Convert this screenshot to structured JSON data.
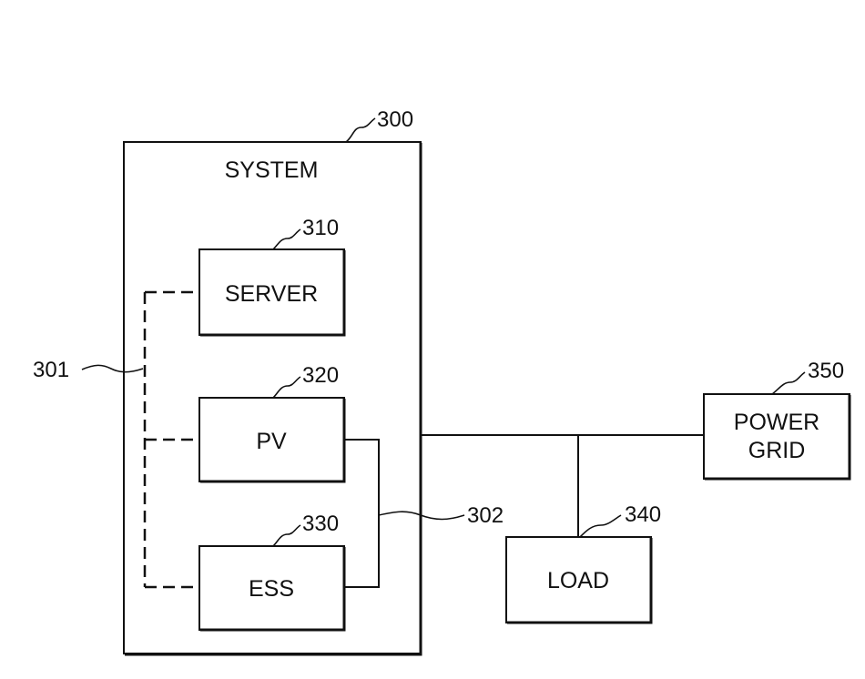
{
  "diagram": {
    "system": {
      "label": "SYSTEM",
      "ref": "300"
    },
    "server": {
      "label": "SERVER",
      "ref": "310"
    },
    "pv": {
      "label": "PV",
      "ref": "320"
    },
    "ess": {
      "label": "ESS",
      "ref": "330"
    },
    "load": {
      "label": "LOAD",
      "ref": "340"
    },
    "power_grid": {
      "label_line1": "POWER",
      "label_line2": "GRID",
      "ref": "350"
    },
    "communication_line": {
      "ref": "301"
    },
    "power_line": {
      "ref": "302"
    }
  }
}
